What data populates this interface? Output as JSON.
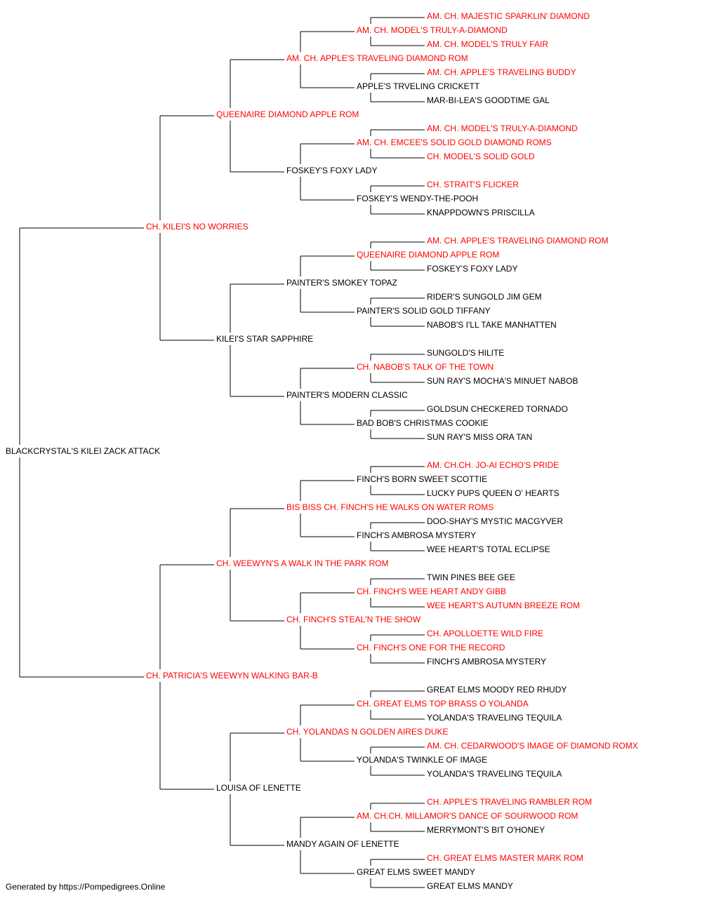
{
  "colors": {
    "champion": "#ff0000",
    "normal": "#000000",
    "line": "#000000"
  },
  "pedigree": {
    "name": "BLACKCRYSTAL'S KILEI ZACK ATTACK",
    "champion": false,
    "sire": {
      "name": "CH. KILEI'S NO WORRIES",
      "champion": true,
      "sire": {
        "name": "QUEENAIRE DIAMOND APPLE ROM",
        "champion": true,
        "sire": {
          "name": "AM. CH. APPLE'S TRAVELING DIAMOND ROM",
          "champion": true,
          "sire": {
            "name": "AM. CH. MODEL'S TRULY-A-DIAMOND",
            "champion": true,
            "sire": {
              "name": "AM. CH. MAJESTIC SPARKLIN' DIAMOND",
              "champion": true
            },
            "dam": {
              "name": "AM. CH. MODEL'S TRULY FAIR",
              "champion": true
            }
          },
          "dam": {
            "name": "APPLE'S TRVELING CRICKETT",
            "champion": false,
            "sire": {
              "name": "AM. CH. APPLE'S TRAVELING BUDDY",
              "champion": true
            },
            "dam": {
              "name": "MAR-BI-LEA'S GOODTIME GAL",
              "champion": false
            }
          }
        },
        "dam": {
          "name": "FOSKEY'S FOXY LADY",
          "champion": false,
          "sire": {
            "name": "AM. CH. EMCEE'S SOLID GOLD DIAMOND ROMS",
            "champion": true,
            "sire": {
              "name": "AM. CH. MODEL'S TRULY-A-DIAMOND",
              "champion": true
            },
            "dam": {
              "name": "CH. MODEL'S SOLID GOLD",
              "champion": true
            }
          },
          "dam": {
            "name": "FOSKEY'S WENDY-THE-POOH",
            "champion": false,
            "sire": {
              "name": "CH. STRAIT'S FLICKER",
              "champion": true
            },
            "dam": {
              "name": "KNAPPDOWN'S PRISCILLA",
              "champion": false
            }
          }
        }
      },
      "dam": {
        "name": "KILEI'S STAR SAPPHIRE",
        "champion": false,
        "sire": {
          "name": "PAINTER'S SMOKEY TOPAZ",
          "champion": false,
          "sire": {
            "name": "QUEENAIRE DIAMOND APPLE ROM",
            "champion": true,
            "sire": {
              "name": "AM. CH. APPLE'S TRAVELING DIAMOND ROM",
              "champion": true
            },
            "dam": {
              "name": "FOSKEY'S FOXY LADY",
              "champion": false
            }
          },
          "dam": {
            "name": "PAINTER'S SOLID GOLD TIFFANY",
            "champion": false,
            "sire": {
              "name": "RIDER'S SUNGOLD JIM GEM",
              "champion": false
            },
            "dam": {
              "name": "NABOB'S I'LL TAKE MANHATTEN",
              "champion": false
            }
          }
        },
        "dam": {
          "name": "PAINTER'S MODERN CLASSIC",
          "champion": false,
          "sire": {
            "name": "CH. NABOB'S TALK OF THE TOWN",
            "champion": true,
            "sire": {
              "name": "SUNGOLD'S HILITE",
              "champion": false
            },
            "dam": {
              "name": "SUN RAY'S MOCHA'S MINUET NABOB",
              "champion": false
            }
          },
          "dam": {
            "name": "BAD BOB'S CHRISTMAS COOKIE",
            "champion": false,
            "sire": {
              "name": "GOLDSUN CHECKERED TORNADO",
              "champion": false
            },
            "dam": {
              "name": "SUN RAY'S MISS ORA TAN",
              "champion": false
            }
          }
        }
      }
    },
    "dam": {
      "name": "CH. PATRICIA'S WEEWYN WALKING BAR-B",
      "champion": true,
      "sire": {
        "name": "CH. WEEWYN'S A WALK IN THE PARK ROM",
        "champion": true,
        "sire": {
          "name": "BIS BISS CH. FINCH'S HE WALKS ON WATER ROMS",
          "champion": true,
          "sire": {
            "name": "FINCH'S BORN SWEET SCOTTIE",
            "champion": false,
            "sire": {
              "name": "AM. CH.CH. JO-AI ECHO'S PRIDE",
              "champion": true
            },
            "dam": {
              "name": "LUCKY PUPS QUEEN O' HEARTS",
              "champion": false
            }
          },
          "dam": {
            "name": "FINCH'S AMBROSA MYSTERY",
            "champion": false,
            "sire": {
              "name": "DOO-SHAY'S MYSTIC MACGYVER",
              "champion": false
            },
            "dam": {
              "name": "WEE HEART'S TOTAL ECLIPSE",
              "champion": false
            }
          }
        },
        "dam": {
          "name": "CH. FINCH'S STEAL'N THE SHOW",
          "champion": true,
          "sire": {
            "name": "CH. FINCH'S WEE HEART ANDY GIBB",
            "champion": true,
            "sire": {
              "name": "TWIN PINES BEE GEE",
              "champion": false
            },
            "dam": {
              "name": "WEE HEART'S AUTUMN BREEZE ROM",
              "champion": true
            }
          },
          "dam": {
            "name": "CH. FINCH'S ONE FOR THE RECORD",
            "champion": true,
            "sire": {
              "name": "CH. APOLLOETTE WILD FIRE",
              "champion": true
            },
            "dam": {
              "name": "FINCH'S AMBROSA MYSTERY",
              "champion": false
            }
          }
        }
      },
      "dam": {
        "name": "LOUISA OF LENETTE",
        "champion": false,
        "sire": {
          "name": "CH. YOLANDAS N GOLDEN AIRES DUKE",
          "champion": true,
          "sire": {
            "name": "CH. GREAT ELMS TOP BRASS O YOLANDA",
            "champion": true,
            "sire": {
              "name": "GREAT ELMS MOODY RED RHUDY",
              "champion": false
            },
            "dam": {
              "name": "YOLANDA'S TRAVELING TEQUILA",
              "champion": false
            }
          },
          "dam": {
            "name": "YOLANDA'S TWINKLE OF IMAGE",
            "champion": false,
            "sire": {
              "name": "AM. CH. CEDARWOOD'S IMAGE OF DIAMOND ROMX",
              "champion": true
            },
            "dam": {
              "name": "YOLANDA'S TRAVELING TEQUILA",
              "champion": false
            }
          }
        },
        "dam": {
          "name": "MANDY AGAIN OF LENETTE",
          "champion": false,
          "sire": {
            "name": "AM. CH.CH. MILLAMOR'S DANCE OF SOURWOOD ROM",
            "champion": true,
            "sire": {
              "name": "CH. APPLE'S TRAVELING RAMBLER ROM",
              "champion": true
            },
            "dam": {
              "name": "MERRYMONT'S BIT O'HONEY",
              "champion": false
            }
          },
          "dam": {
            "name": "GREAT ELMS SWEET MANDY",
            "champion": false,
            "sire": {
              "name": "CH. GREAT ELMS MASTER MARK ROM",
              "champion": true
            },
            "dam": {
              "name": "GREAT ELMS MANDY",
              "champion": false
            }
          }
        }
      }
    }
  },
  "footer": {
    "text": "Generated by https://Pompedigrees.Online"
  }
}
